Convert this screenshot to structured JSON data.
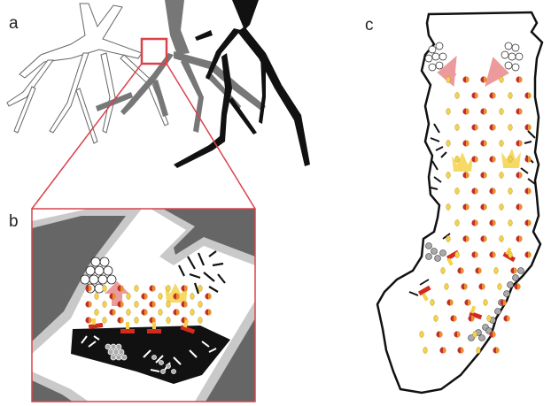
{
  "panels": [
    {
      "label": "a"
    },
    {
      "label": "b"
    },
    {
      "label": "c"
    }
  ],
  "colors": {
    "root_light": "#ffffff",
    "root_mid": "#777777",
    "root_dark": "#111111",
    "zoom_box": "#d9434a",
    "ring_red": "#c0302b",
    "ring_orange": "#e8902a",
    "yellow": "#f4d34a",
    "coral": "#e9898a",
    "grey_cell": "#aaaaaa"
  },
  "icons": [
    "white-cell-cluster-icon",
    "rod-bacteria-icon",
    "crown-icon",
    "arrow-icon",
    "cocci-icon"
  ]
}
